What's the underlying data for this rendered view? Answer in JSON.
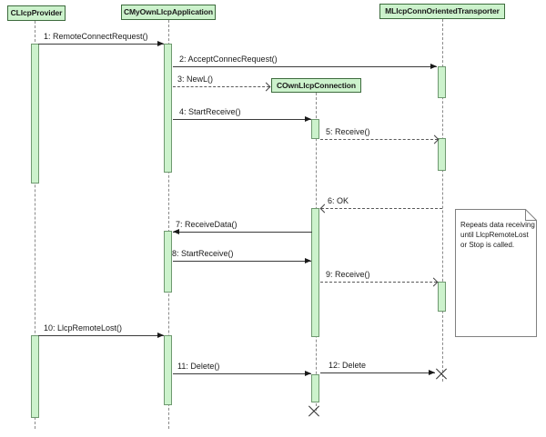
{
  "diagram_type": "uml-sequence-diagram",
  "lifelines": [
    {
      "label": "CLlcpProvider"
    },
    {
      "label": "CMyOwnLlcpApplication"
    },
    {
      "label": "COwnLlcpConnection"
    },
    {
      "label": "MLlcpConnOrientedTransporter"
    }
  ],
  "messages": [
    {
      "label": "1: RemoteConnectRequest()",
      "from": "CLlcpProvider",
      "to": "CMyOwnLlcpApplication",
      "style": "solid"
    },
    {
      "label": "2: AcceptConnecRequest()",
      "from": "CMyOwnLlcpApplication",
      "to": "MLlcpConnOrientedTransporter",
      "style": "solid"
    },
    {
      "label": "3: NewL()",
      "from": "CMyOwnLlcpApplication",
      "to": "COwnLlcpConnection",
      "style": "dashed"
    },
    {
      "label": "4: StartReceive()",
      "from": "CMyOwnLlcpApplication",
      "to": "COwnLlcpConnection",
      "style": "solid"
    },
    {
      "label": "5: Receive()",
      "from": "COwnLlcpConnection",
      "to": "MLlcpConnOrientedTransporter",
      "style": "dashed"
    },
    {
      "label": "6: OK",
      "from": "MLlcpConnOrientedTransporter",
      "to": "COwnLlcpConnection",
      "style": "dashed"
    },
    {
      "label": "7: ReceiveData()",
      "from": "COwnLlcpConnection",
      "to": "CMyOwnLlcpApplication",
      "style": "solid"
    },
    {
      "label": "8: StartReceive()",
      "from": "CMyOwnLlcpApplication",
      "to": "COwnLlcpConnection",
      "style": "solid"
    },
    {
      "label": "9: Receive()",
      "from": "COwnLlcpConnection",
      "to": "MLlcpConnOrientedTransporter",
      "style": "dashed"
    },
    {
      "label": "10: LlcpRemoteLost()",
      "from": "CLlcpProvider",
      "to": "CMyOwnLlcpApplication",
      "style": "solid"
    },
    {
      "label": "11: Delete()",
      "from": "CMyOwnLlcpApplication",
      "to": "COwnLlcpConnection",
      "style": "solid"
    },
    {
      "label": "12: Delete",
      "from": "COwnLlcpConnection",
      "to": "MLlcpConnOrientedTransporter",
      "style": "solid"
    }
  ],
  "note": {
    "lines": [
      "Repeats data receiving",
      "until LlcpRemoteLost",
      "or Stop is called."
    ]
  },
  "colors": {
    "activation_fill": "#ccf2cc",
    "activation_border": "#6f9970",
    "header_fill": "#ccf2cc",
    "header_border": "#3d6b3d",
    "lifeline": "#8a8a8a",
    "message_line": "#3a3a3a",
    "note_border": "#808080"
  }
}
